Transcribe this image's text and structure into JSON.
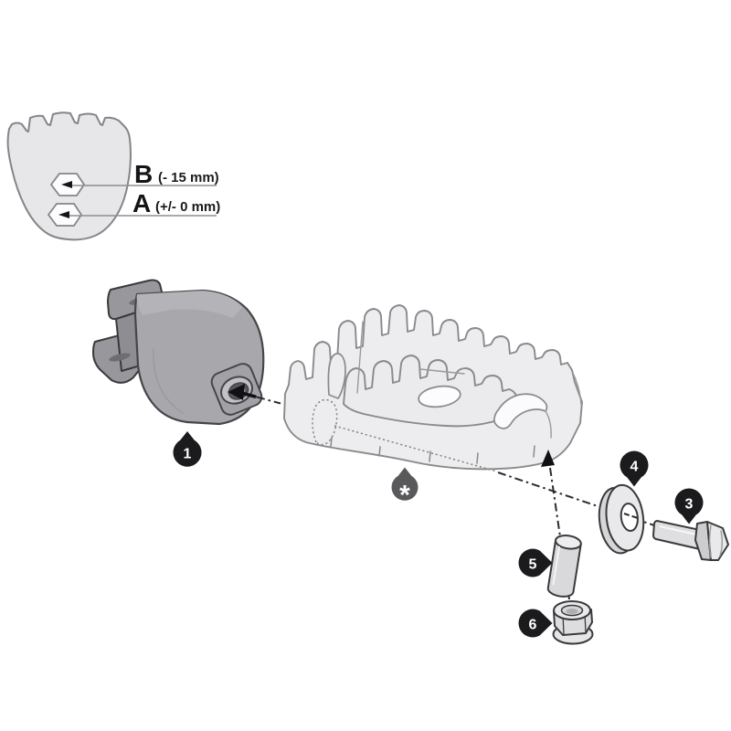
{
  "figure": {
    "type": "exploded-parts-diagram",
    "pad": {
      "option_b_letter": "B",
      "option_b_value": "(- 15 mm)",
      "option_a_letter": "A",
      "option_a_value": "(+/- 0 mm)"
    },
    "callouts": {
      "c1": "1",
      "c3": "3",
      "c4": "4",
      "c5": "5",
      "c6": "6",
      "footpeg": "*"
    },
    "colors": {
      "background": "#ffffff",
      "callout_black": "#1b1b1d",
      "callout_gray": "#59595b",
      "outline_dark": "#3a3a3c",
      "outline_light": "#8a8a8e",
      "part_light_fill": "#ededef",
      "pad_fill": "#e7e7e9",
      "adapter_fill": "#a8a8ac",
      "adapter_dark_fill": "#98989c",
      "hardware_fill": "#dfdfe1"
    }
  }
}
